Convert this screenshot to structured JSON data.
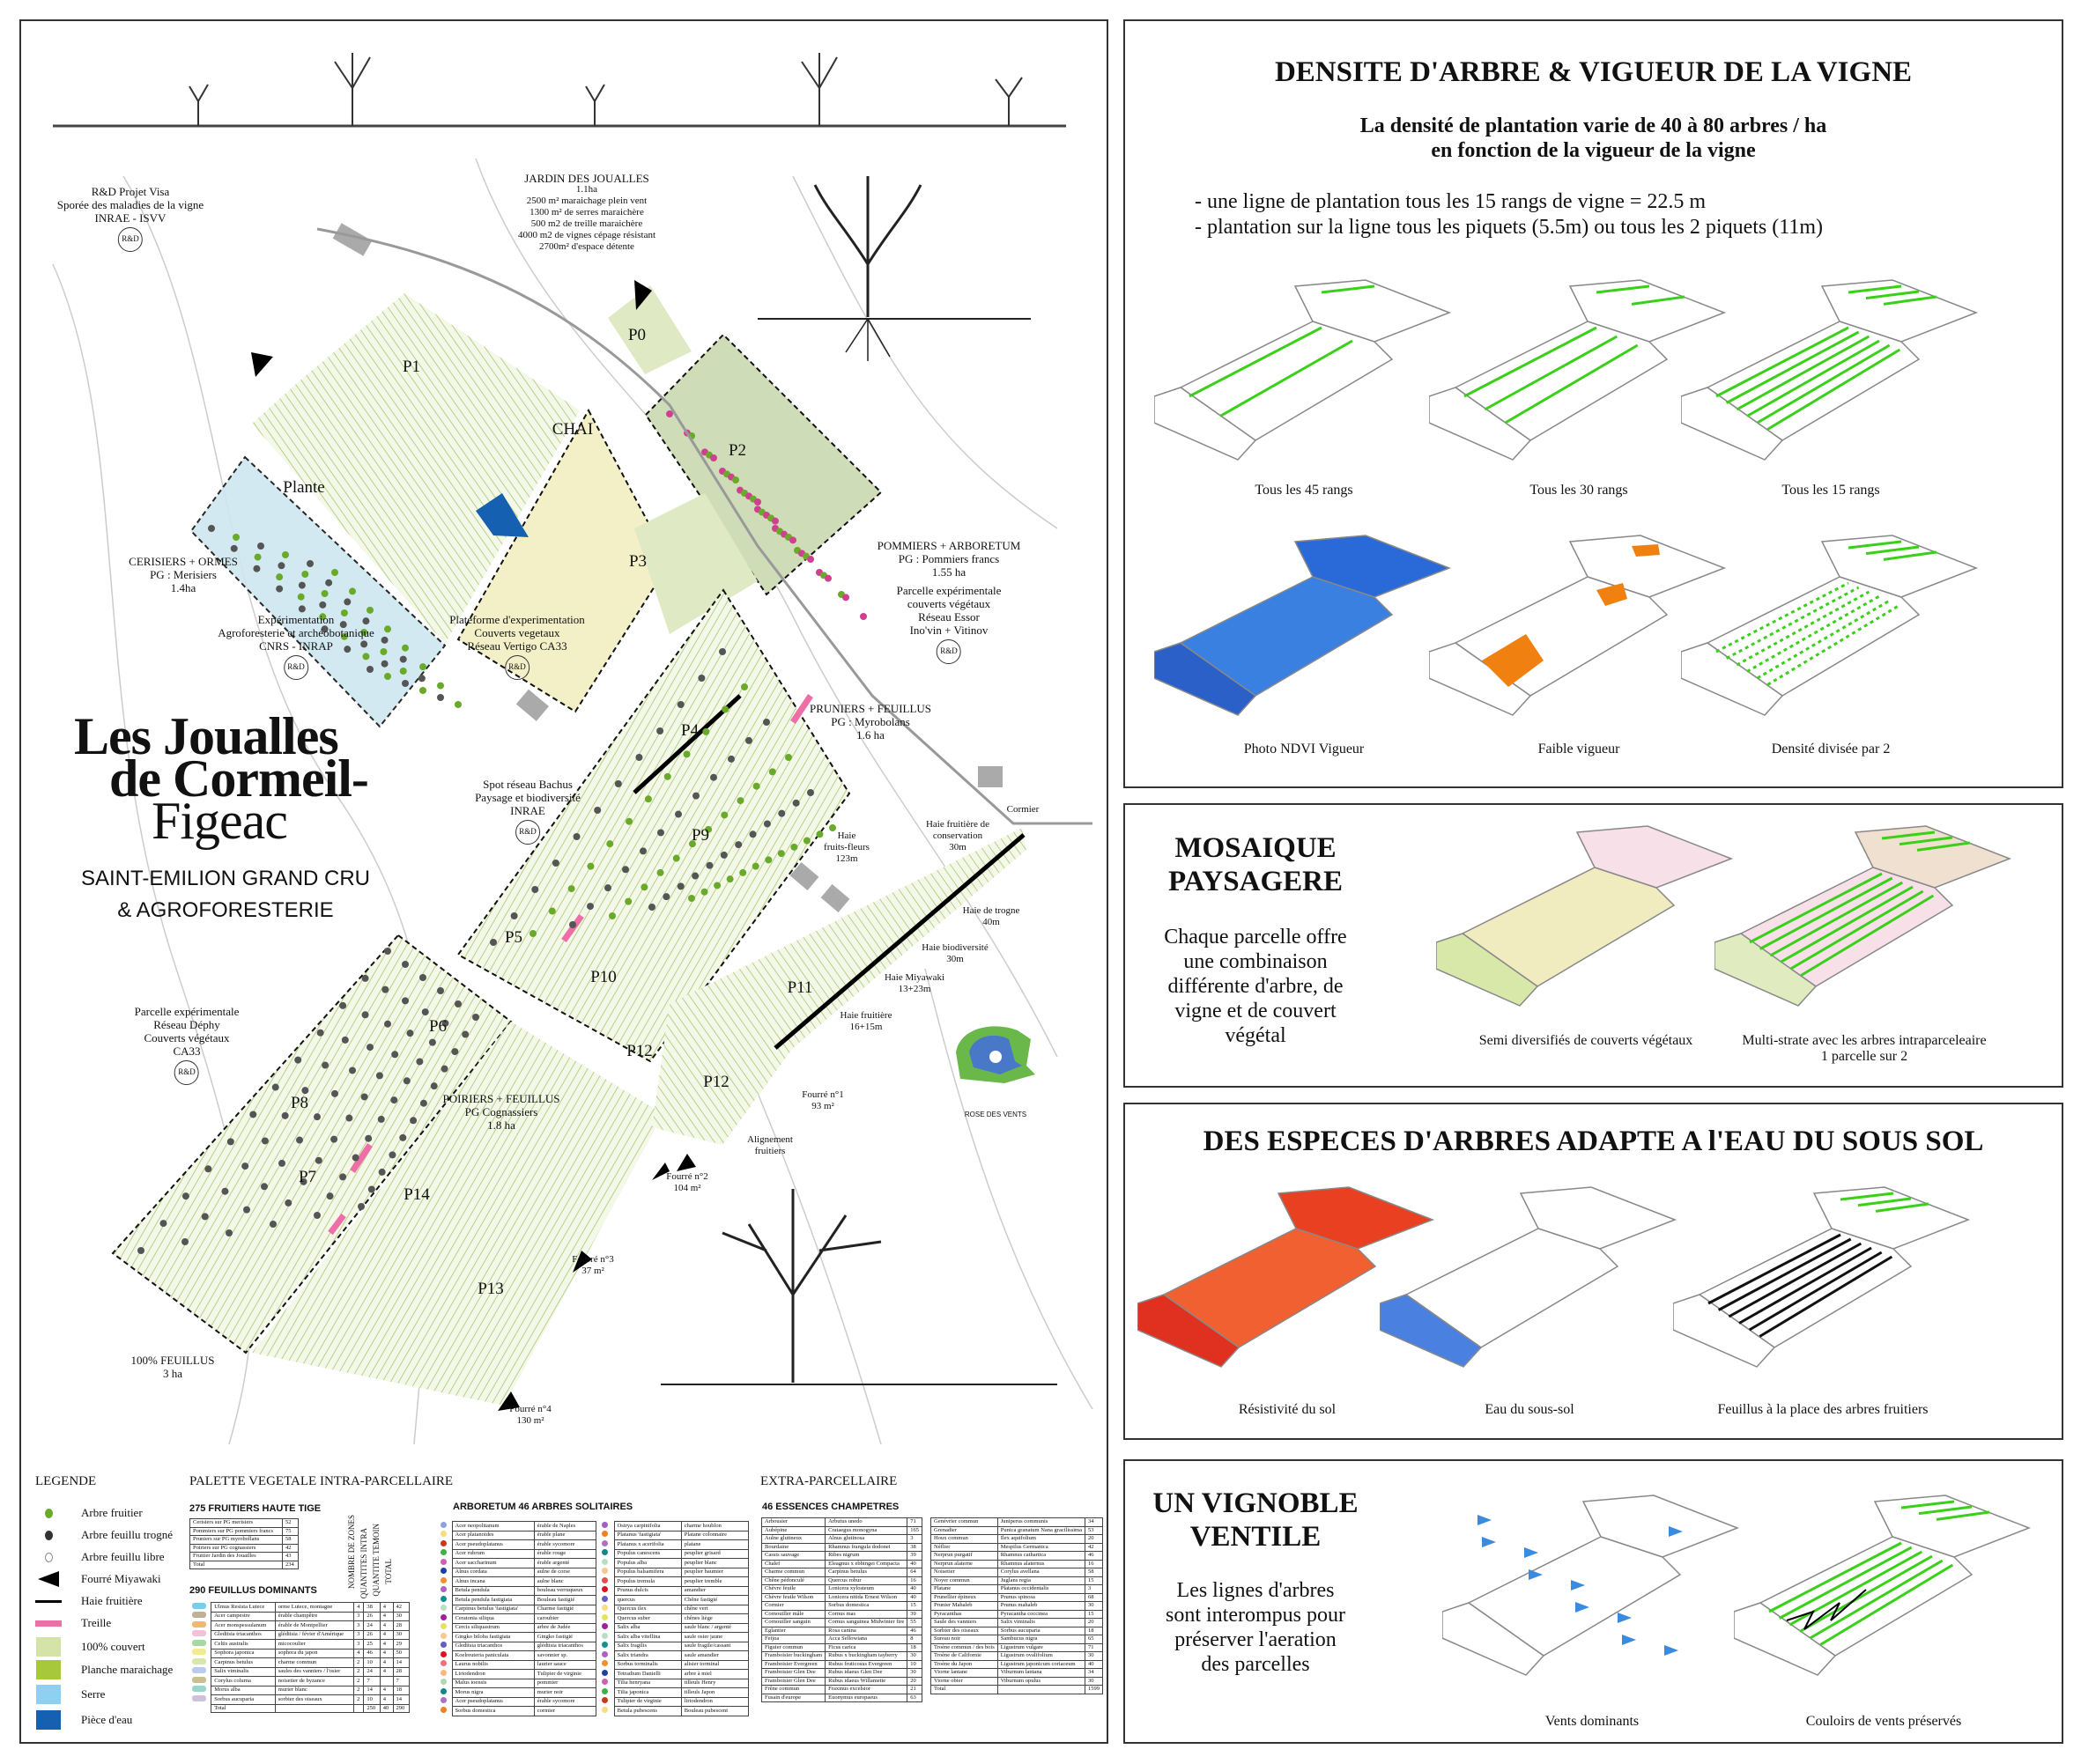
{
  "map": {
    "rd": "R&D",
    "visa": [
      "R&D Projet Visa",
      "Sporée des maladies de la vigne",
      "INRAE - ISVV"
    ],
    "jardin": [
      "JARDIN DES JOUALLES",
      "1.1ha",
      "2500 m² maraichage plein vent",
      "1300 m² de serres maraichère",
      "500 m2 de treille maraichère",
      "4000 m2 de vignes cépage résistant",
      "2700m² d'espace détente"
    ],
    "cerisiers": [
      "CERISIERS + ORMES",
      "PG : Merisiers",
      "1.4ha"
    ],
    "experimentation": [
      "Expérimentation",
      "Agroforesterie et archéobotanique",
      "CNRS - INRAP"
    ],
    "plateforme": [
      "Plateforme d'experimentation",
      "Couverts vegetaux",
      "Réseau Vertigo CA33"
    ],
    "pommiers": [
      "POMMIERS + ARBORETUM",
      "PG : Pommiers francs",
      "1.55 ha"
    ],
    "essor": [
      "Parcelle expérimentale",
      "couverts végétaux",
      "Réseau Essor",
      "Ino'vin + Vitinov"
    ],
    "pruniers": [
      "PRUNIERS + FEUILLUS",
      "PG : Myrobolans",
      "1.6 ha"
    ],
    "bachus": [
      "Spot réseau Bachus",
      "Paysage et biodiversité",
      "INRAE"
    ],
    "dephy": [
      "Parcelle expérimentale",
      "Réseau Déphy",
      "Couverts végétaux",
      "CA33"
    ],
    "poiriers": [
      "POIRIERS + FEUILLUS",
      "PG Cognassiers",
      "1.8 ha"
    ],
    "feuillus": [
      "100% FEUILLUS",
      "3 ha"
    ],
    "fourre1": [
      "Fourré n°1",
      "93 m²"
    ],
    "fourre2": [
      "Fourré n°2",
      "104 m²"
    ],
    "fourre3": [
      "Fourré n°3",
      "37 m²"
    ],
    "fourre4": [
      "Fourré n°4",
      "130 m²"
    ],
    "alignement": [
      "Alignement",
      "fruitiers"
    ],
    "cormier": [
      "Cormier"
    ],
    "haie_conservation": [
      "Haie fruitière de",
      "conservation",
      "30m"
    ],
    "haie_fruits_fleurs": [
      "Haie",
      "fruits-fleurs",
      "123m"
    ],
    "haie_trogne": [
      "Haie de trogne",
      "40m"
    ],
    "haie_biodiversite": [
      "Haie biodiversité",
      "30m"
    ],
    "haie_miyawaki": [
      "Haie Miyawaki",
      "13+23m"
    ],
    "haie_fruitiere": [
      "Haie fruitière",
      "16+15m"
    ],
    "rose": "ROSE DES VENTS",
    "parcels": {
      "p0": "P0",
      "p1": "P1",
      "plante": "Plante",
      "chai": "CHAI",
      "p2": "P2",
      "p3": "P3",
      "p4": "P4",
      "p5": "P5",
      "p6": "P6",
      "p7": "P7",
      "p8": "P8",
      "p9": "P9",
      "p10": "P10",
      "p11": "P11",
      "p12a": "P12",
      "p12b": "P12",
      "p13": "P13",
      "p14": "P14"
    }
  },
  "title": {
    "l1": "Les Joualles",
    "l2": "de Cormeil-",
    "l3": "Figeac",
    "sub1": "SAINT-EMILION GRAND CRU",
    "sub2": "& AGROFORESTERIE"
  },
  "legend": {
    "heading": "LEGENDE",
    "items": [
      "Arbre fruitier",
      "Arbre feuillu trogné",
      "Arbre feuillu libre",
      "Fourré Miyawaki",
      "Haie fruitière",
      "Treille",
      "100% couvert",
      "Planche maraichage",
      "Serre",
      "Pièce d'eau"
    ],
    "colors": [
      "#6aaa2a",
      "#333333",
      "#999999",
      "#000000",
      "#000000",
      "#ee6fa8",
      "#d4e4a8",
      "#a8c83c",
      "#8fd0f0",
      "#1560b0"
    ]
  },
  "palette": {
    "heading": "PALETTE VEGETALE INTRA-PARCELLAIRE",
    "fruitiers_title": "275 FRUITIERS HAUTE TIGE",
    "fruitiers": [
      [
        "Cerisiers sur PG merisiers",
        "52"
      ],
      [
        "Pommiers sur PG pommiers francs",
        "75"
      ],
      [
        "Pruniers sur PG myrobollans",
        "58"
      ],
      [
        "Poiriers sur PG cognassiers",
        "42"
      ],
      [
        "Fruitier Jardin des Jouailles",
        "43"
      ],
      [
        "Total",
        "234"
      ]
    ],
    "feuillus_title": "290 FEUILLUS DOMINANTS",
    "columns": [
      "NOMBRE DE ZONES",
      "QUANTITES INTRA",
      "QUANTITE TEMOIN",
      "TOTAL"
    ],
    "feuillus": [
      [
        "Ulmus Resista Lutece",
        "orme Lutece, montagne",
        "4",
        "38",
        "4",
        "42",
        "#7ccbe8"
      ],
      [
        "Acer campestre",
        "érable champêtre",
        "3",
        "26",
        "4",
        "30",
        "#bfb09a"
      ],
      [
        "Acer monspessulanum",
        "érable de Montpellier",
        "3",
        "24",
        "4",
        "28",
        "#f0b870"
      ],
      [
        "Gleditsia triacanthos",
        "gléditsia / févier d'Amérique",
        "3",
        "26",
        "4",
        "30",
        "#f6c0d6"
      ],
      [
        "Celtis australis",
        "micocoulier",
        "3",
        "25",
        "4",
        "29",
        "#a8d8a0"
      ],
      [
        "Sophora japonica",
        "sophora du japon",
        "4",
        "46",
        "4",
        "50",
        "#f2ec90"
      ],
      [
        "Carpinus betulus",
        "charme commun",
        "2",
        "10",
        "4",
        "14",
        "#d8e8a8"
      ],
      [
        "Salix viminalis",
        "saules des vanniers / l'osier",
        "2",
        "24",
        "4",
        "28",
        "#b8ccf0"
      ],
      [
        "Corylus colurna",
        "noisetier de byzance",
        "2",
        "7",
        "",
        "7",
        "#c8c090"
      ],
      [
        "Morus alba",
        "murier blanc",
        "2",
        "14",
        "4",
        "18",
        "#98d8cc"
      ],
      [
        "Sorbus aucuparia",
        "sorbier des oiseaux",
        "2",
        "10",
        "4",
        "14",
        "#d0c0e0"
      ],
      [
        "Total",
        "",
        "",
        "250",
        "40",
        "290",
        ""
      ]
    ],
    "arboretum_title": "ARBORETUM 46 ARBRES SOLITAIRES",
    "arboretum_a": [
      [
        "Acer neopolitanum",
        "érable de Naples",
        "#8fa0e0"
      ],
      [
        "Acer platanoides",
        "érable plane",
        "#f8dc80"
      ],
      [
        "Acer pseudoplatanus",
        "érable sycomore",
        "#c83a20"
      ],
      [
        "Acer rubrum",
        "érable rouge",
        "#40b040"
      ],
      [
        "Acer saccharinum",
        "érable argenté",
        "#d060b0"
      ],
      [
        "Alnus cordata",
        "aulne de corse",
        "#2040a0"
      ],
      [
        "Alnus incana",
        "aulne blanc",
        "#f09030"
      ],
      [
        "Betula pendula",
        "bouleau verruqueux",
        "#b060c0"
      ],
      [
        "Betula pendula fastigiata",
        "Bouleau fastigié",
        "#109090"
      ],
      [
        "Carpinus betulus 'fastigiata'",
        "Charme fastigié",
        "#b8e0c0"
      ],
      [
        "Ceratonia siliqua",
        "caroubier",
        "#a020a0"
      ],
      [
        "Cercis siliquastrum",
        "arbre de Judée",
        "#e8e060"
      ],
      [
        "Gingko biloba fastigiata",
        "Gingko fastigié",
        "#f8c890"
      ],
      [
        "Gleditsia triacanthos",
        "gléditsia triacanthos",
        "#6060c0"
      ],
      [
        "Koelreuteria paniculata",
        "savonnier sp.",
        "#e01020"
      ],
      [
        "Laurus nobilis",
        "laurier sauce",
        "#f07080"
      ],
      [
        "Liriodendron",
        "Tulipier de virginie",
        "#f8b880"
      ],
      [
        "Malus ioensis",
        "pommier",
        "#b0d8b0"
      ],
      [
        "Morus nigra",
        "murier noir",
        "#108888"
      ],
      [
        "Acer pseudoplatanus",
        "érable sycomore",
        "#b070c0"
      ],
      [
        "Sorbus domestica",
        "cormier",
        "#f08020"
      ]
    ],
    "arboretum_b": [
      [
        "Ostrya carpinifolia",
        "charme houblon",
        "#a060c0"
      ],
      [
        "Platanus 'fastigiata'",
        "Platane colonnaire",
        "#f08020"
      ],
      [
        "Platanus x acerifolia",
        "platane",
        "#b070c0"
      ],
      [
        "Populus canescens",
        "peuplier grisard",
        "#108888"
      ],
      [
        "Populus alba",
        "peuplier blanc",
        "#b8e0c0"
      ],
      [
        "Populus balsamifera",
        "peuplier baumier",
        "#f8c890"
      ],
      [
        "Populus tremula",
        "peuplier tremble",
        "#e05050"
      ],
      [
        "Prunus dulcis",
        "amandier",
        "#e01020"
      ],
      [
        "quercus",
        "Chêne fastigié",
        "#6060c0"
      ],
      [
        "Quercus ilex",
        "chêne vert",
        "#f8dc80"
      ],
      [
        "Quercus suber",
        "chênes liège",
        "#e8e060"
      ],
      [
        "Salix alba",
        "saule blanc / argenté",
        "#a020a0"
      ],
      [
        "Salix alba vitellina",
        "saule osier jaune",
        "#b8e0c0"
      ],
      [
        "Salix fragilis",
        "saule fragile/cassant",
        "#109090"
      ],
      [
        "Salix triandra",
        "saule amandier",
        "#b060c0"
      ],
      [
        "Sorbus torminalis",
        "alisier torminal",
        "#f09030"
      ],
      [
        "Tetradium Danielli",
        "arbre à miel",
        "#2040a0"
      ],
      [
        "Tilia henryana",
        "tilleuls Henry",
        "#d060b0"
      ],
      [
        "Tilia japonica",
        "tilleuls Japon",
        "#40b040"
      ],
      [
        "Tulipier de virginie",
        "liriodendron",
        "#c83a20"
      ],
      [
        "Betula pubescens",
        "Bouleau pubescent",
        "#f8dc80"
      ]
    ]
  },
  "extra": {
    "heading": "EXTRA-PARCELLAIRE",
    "title": "46 ESSENCES CHAMPETRES",
    "a": [
      [
        "Arbousier",
        "Arbutus unedo",
        "71"
      ],
      [
        "Aubépine",
        "Crataegus monogyna",
        "165"
      ],
      [
        "Aulne glutineux",
        "Alnus glutinosa",
        "3"
      ],
      [
        "Bourdaine",
        "Rhamnus frangula dodonei",
        "38"
      ],
      [
        "Cassis sauvage",
        "Ribes nigrum",
        "39"
      ],
      [
        "Chalef",
        "Eleagnus x ebbingei Compacta",
        "40"
      ],
      [
        "Charme commun",
        "Carpinus betulus",
        "64"
      ],
      [
        "Chêne pédonculé",
        "Quercus robur",
        "16"
      ],
      [
        "Chèvre feuile",
        "Lonicera xylosteum",
        "40"
      ],
      [
        "Chèvre feuile Wilson",
        "Lonicera nitida Ernest Wilson",
        "40"
      ],
      [
        "Cormier",
        "Sorbus domestica",
        "15"
      ],
      [
        "Cornouiller mâle",
        "Cornus mas",
        "39"
      ],
      [
        "Cornouiller sanguin",
        "Cornus sanguinea Midwinter fire",
        "55"
      ],
      [
        "Eglantier",
        "Rosa canina",
        "46"
      ],
      [
        "Feijoa",
        "Acca Sellowiana",
        "8"
      ],
      [
        "Figuier commun",
        "Ficus carica",
        "18"
      ],
      [
        "Framboisier buckingham",
        "Rubus x buckingham tayberry",
        "30"
      ],
      [
        "Framboisier Evergreen",
        "Rubus fruticosus Evergreen",
        "10"
      ],
      [
        "Framboisier Glen Dee",
        "Rubus idaeus Glen Dee",
        "30"
      ],
      [
        "Framboisier Glen Dee",
        "Rubus idaeus Willamette",
        "20"
      ],
      [
        "Frêne commun",
        "Fraxinus excelsior",
        "21"
      ],
      [
        "Fusain d'europe",
        "Euonymus europaeus",
        "63"
      ]
    ],
    "b": [
      [
        "Genévrier commun",
        "Juniperus communis",
        "34"
      ],
      [
        "Grenadier",
        "Punica granatum Nana gracilissima",
        "53"
      ],
      [
        "Houx commun",
        "Ilex aquifolium",
        "20"
      ],
      [
        "Néflier",
        "Mespilus Germanica",
        "42"
      ],
      [
        "Nerprun purgatif",
        "Rhamnus cathartica",
        "46"
      ],
      [
        "Nerprun alaterne",
        "Rhamnus alaternus",
        "16"
      ],
      [
        "Noisetier",
        "Corylus avellana",
        "58"
      ],
      [
        "Noyer commun",
        "Juglans regia",
        "15"
      ],
      [
        "Platane",
        "Platanus occidentalis",
        "3"
      ],
      [
        "Prunellier épineux",
        "Prunus spinosa",
        "68"
      ],
      [
        "Prunier Mahaleb",
        "Prunus mahaleb",
        "30"
      ],
      [
        "Pyracanthas",
        "Pyracantha coccinea",
        "15"
      ],
      [
        "Saule des vanniers",
        "Salix viminalis",
        "20"
      ],
      [
        "Sorbier des oiseaux",
        "Sorbus aucuparia",
        "18"
      ],
      [
        "Sureau noir",
        "Sambucus nigra",
        "65"
      ],
      [
        "Troène commun / des bois",
        "Ligustrum vulgare",
        "71"
      ],
      [
        "Troène de Californie",
        "Ligustrum ovalifolium",
        "30"
      ],
      [
        "Troène du Japon",
        "Ligustrum japonicum coriaceum",
        "40"
      ],
      [
        "Viorne lantane",
        "Viburnum lantana",
        "34"
      ],
      [
        "Viorne obier",
        "Viburnum opulus",
        "30"
      ],
      [
        "Total",
        "",
        "1599"
      ]
    ]
  },
  "densite": {
    "title": "DENSITE D'ARBRE & VIGUEUR DE LA VIGNE",
    "sub1": "La densité de plantation varie de 40 à 80 arbres / ha",
    "sub2": "en fonction de la vigueur de la vigne",
    "b1": "- une ligne de plantation tous les 15 rangs de vigne = 22.5 m",
    "b2": "- plantation sur la ligne tous les piquets (5.5m) ou tous les 2 piquets (11m)",
    "captions": [
      "Tous les 45 rangs",
      "Tous les 30 rangs",
      "Tous les 15 rangs",
      "Photo NDVI Vigueur",
      "Faible vigueur",
      "Densité divisée par 2"
    ]
  },
  "mosaique": {
    "title1": "MOSAIQUE",
    "title2": "PAYSAGERE",
    "text": [
      "Chaque parcelle offre",
      "une combinaison",
      "différente d'arbre, de",
      "vigne et de couvert",
      "végétal"
    ],
    "cap1": "Semi diversifiés de couverts végétaux",
    "cap2a": "Multi-strate avec les arbres intraparceleaire",
    "cap2b": "1 parcelle sur 2"
  },
  "especes": {
    "title": "DES ESPECES D'ARBRES ADAPTE A l'EAU DU SOUS SOL",
    "captions": [
      "Résistivité du sol",
      "Eau du sous-sol",
      "Feuillus à la place des arbres fruitiers"
    ]
  },
  "ventile": {
    "title1": "UN VIGNOBLE",
    "title2": "VENTILE",
    "text": [
      "Les lignes d'arbres",
      "sont interompus pour",
      "préserver l'aeration",
      "des parcelles"
    ],
    "captions": [
      "Vents dominants",
      "Couloirs de vents préservés"
    ]
  }
}
